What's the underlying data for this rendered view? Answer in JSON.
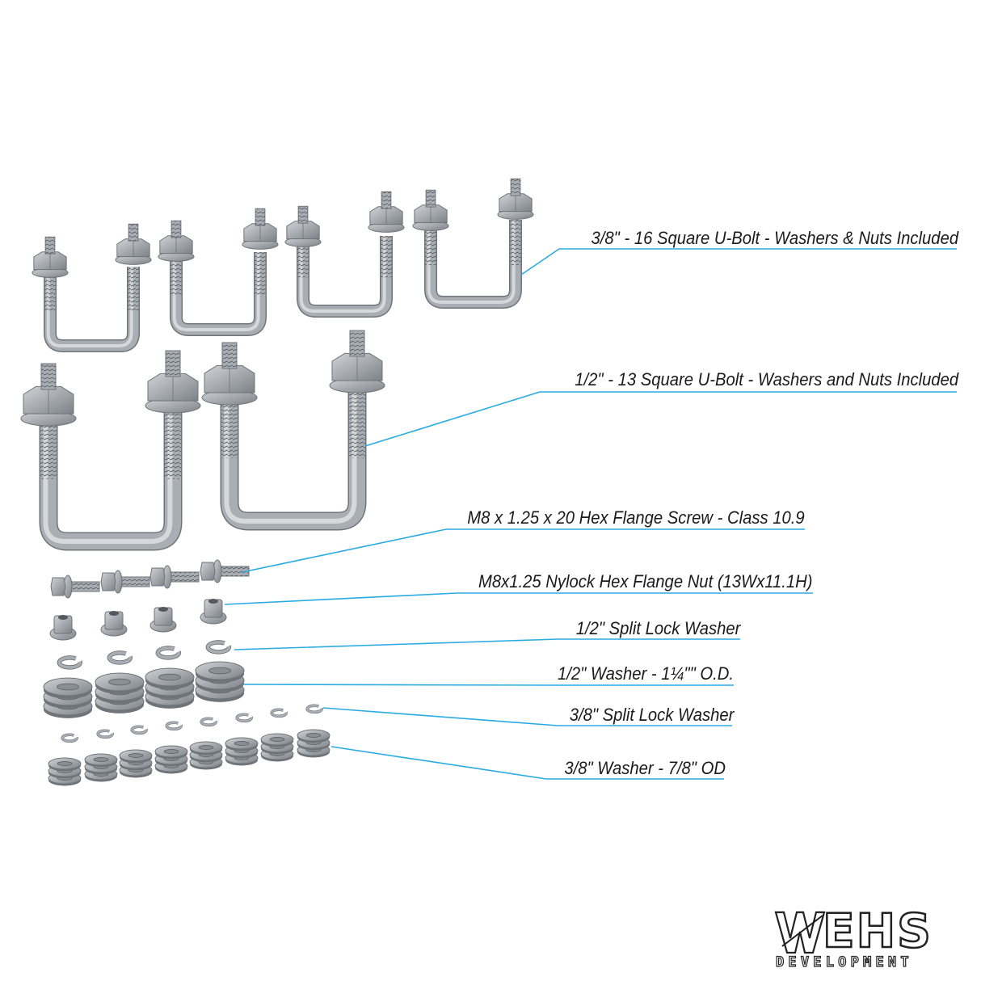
{
  "callouts": [
    {
      "id": "u-bolt-3-8",
      "label": "3/8\" - 16 Square U-Bolt - Washers & Nuts Included"
    },
    {
      "id": "u-bolt-1-2",
      "label": "1/2\" - 13  Square U-Bolt - Washers and Nuts Included"
    },
    {
      "id": "hex-flange-screw",
      "label": "M8 x 1.25 x 20 Hex Flange Screw - Class 10.9"
    },
    {
      "id": "nylock-nut",
      "label": "M8x1.25 Nylock Hex Flange Nut (13Wx11.1H)"
    },
    {
      "id": "split-lock-1-2",
      "label": "1/2\" Split Lock Washer"
    },
    {
      "id": "washer-1-2",
      "label": "1/2\" Washer - 1¼\"\" O.D."
    },
    {
      "id": "split-lock-3-8",
      "label": "3/8\" Split Lock Washer"
    },
    {
      "id": "washer-3-8",
      "label": "3/8\" Washer - 7/8\" OD"
    }
  ],
  "parts": {
    "u_bolts_small_count": 4,
    "u_bolts_large_count": 2,
    "screws_count": 4,
    "nuts_count": 4,
    "split_lock_1_2_count": 4,
    "washer_1_2_stacks": 4,
    "split_lock_3_8_count": 8,
    "washer_3_8_stacks": 8
  },
  "colors": {
    "leader_line": "#29abe2",
    "metal": "#a9aeb4",
    "metal_dark": "#6f747a",
    "text": "#1a1a1a"
  },
  "logo": {
    "word": "EHS",
    "sub": "DEVELOPMENT",
    "mark_icon": "wehs-w-icon"
  }
}
